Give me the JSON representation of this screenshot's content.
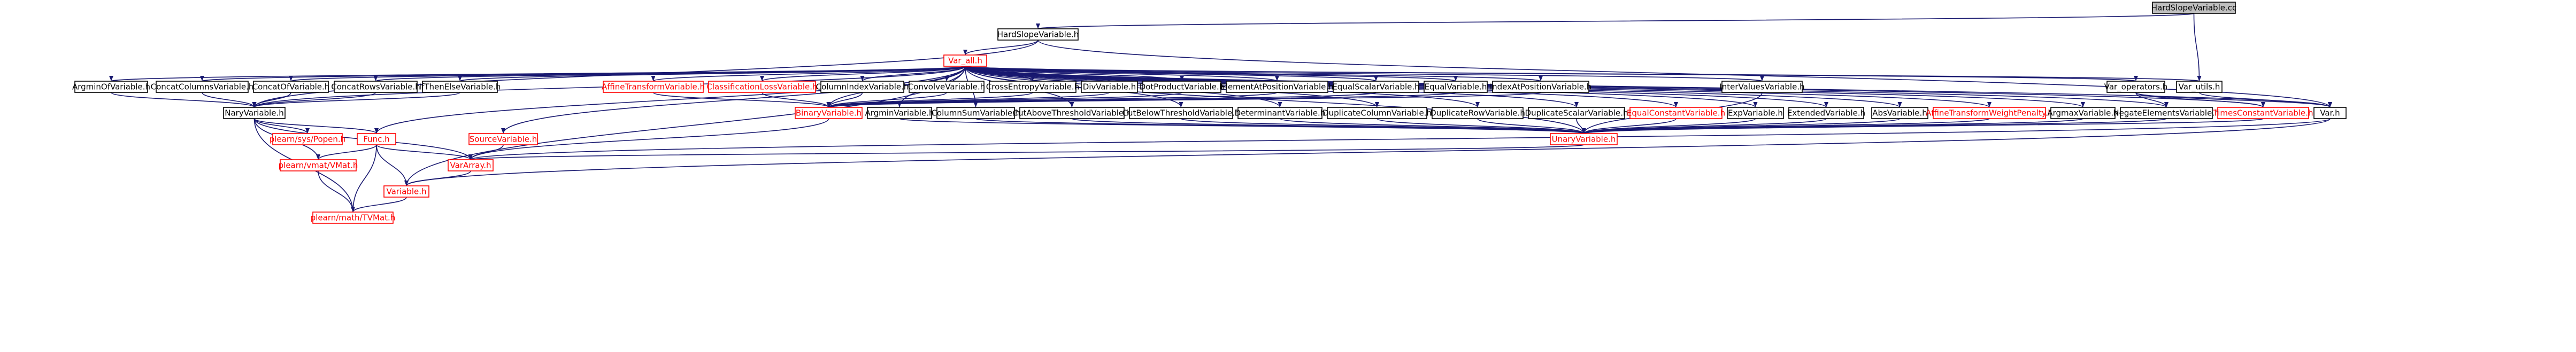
{
  "colors": {
    "edge": "#191970",
    "normal_border": "#000000",
    "normal_text": "#000000",
    "missing_border": "#ff0000",
    "missing_text": "#ff0000",
    "root_fill": "#bfbfbf",
    "node_fill": "#ffffff"
  },
  "nodes": {
    "n_root": {
      "label": "HardSlopeVariable.cc",
      "style": "root"
    },
    "n_hardslope": {
      "label": "HardSlopeVariable.h",
      "style": "normal"
    },
    "n_varall": {
      "label": "Var_all.h",
      "style": "missing"
    },
    "n_argminof": {
      "label": "ArgminOfVariable.h",
      "style": "normal"
    },
    "n_concatcols": {
      "label": "ConcatColumnsVariable.h",
      "style": "normal"
    },
    "n_concatof": {
      "label": "ConcatOfVariable.h",
      "style": "normal"
    },
    "n_concatrows": {
      "label": "ConcatRowsVariable.h",
      "style": "normal"
    },
    "n_ifthenelse": {
      "label": "IfThenElseVariable.h",
      "style": "normal"
    },
    "n_affine": {
      "label": "AffineTransformVariable.h",
      "style": "missing"
    },
    "n_classloss": {
      "label": "ClassificationLossVariable.h",
      "style": "missing"
    },
    "n_colindex": {
      "label": "ColumnIndexVariable.h",
      "style": "normal"
    },
    "n_convolve": {
      "label": "ConvolveVariable.h",
      "style": "normal"
    },
    "n_crossent": {
      "label": "CrossEntropyVariable.h",
      "style": "normal"
    },
    "n_div": {
      "label": "DivVariable.h",
      "style": "normal"
    },
    "n_dotprod": {
      "label": "DotProductVariable.h",
      "style": "normal"
    },
    "n_elemat": {
      "label": "ElementAtPositionVariable.h",
      "style": "normal"
    },
    "n_equalscalar": {
      "label": "EqualScalarVariable.h",
      "style": "normal"
    },
    "n_equal": {
      "label": "EqualVariable.h",
      "style": "normal"
    },
    "n_indexat": {
      "label": "IndexAtPositionVariable.h",
      "style": "normal"
    },
    "n_intervalues": {
      "label": "InterValuesVariable.h",
      "style": "normal"
    },
    "n_varops": {
      "label": "Var_operators.h",
      "style": "normal"
    },
    "n_varutils": {
      "label": "Var_utils.h",
      "style": "normal"
    },
    "n_var": {
      "label": "Var.h",
      "style": "normal"
    },
    "n_nary": {
      "label": "NaryVariable.h",
      "style": "normal"
    },
    "n_source": {
      "label": "SourceVariable.h",
      "style": "missing"
    },
    "n_binary": {
      "label": "BinaryVariable.h",
      "style": "missing"
    },
    "n_argmin": {
      "label": "ArgminVariable.h",
      "style": "normal"
    },
    "n_colsum": {
      "label": "ColumnSumVariable.h",
      "style": "normal"
    },
    "n_cutabove": {
      "label": "CutAboveThresholdVariable.h",
      "style": "normal"
    },
    "n_cutbelow": {
      "label": "CutBelowThresholdVariable.h",
      "style": "normal"
    },
    "n_determinant": {
      "label": "DeterminantVariable.h",
      "style": "normal"
    },
    "n_dupcol": {
      "label": "DuplicateColumnVariable.h",
      "style": "normal"
    },
    "n_duprow": {
      "label": "DuplicateRowVariable.h",
      "style": "normal"
    },
    "n_dupscalar": {
      "label": "DuplicateScalarVariable.h",
      "style": "normal"
    },
    "n_equalconst": {
      "label": "EqualConstantVariable.h",
      "style": "missing"
    },
    "n_exp": {
      "label": "ExpVariable.h",
      "style": "normal"
    },
    "n_extended": {
      "label": "ExtendedVariable.h",
      "style": "normal"
    },
    "n_abs": {
      "label": "AbsVariable.h",
      "style": "normal"
    },
    "n_affinepen": {
      "label": "AffineTransformWeightPenalty.h",
      "style": "missing"
    },
    "n_argmax": {
      "label": "ArgmaxVariable.h",
      "style": "normal"
    },
    "n_negate": {
      "label": "NegateElementsVariable.h",
      "style": "normal"
    },
    "n_timesconst": {
      "label": "TimesConstantVariable.h",
      "style": "missing"
    },
    "n_popen": {
      "label": "plearn/sys/Popen.h",
      "style": "missing"
    },
    "n_func": {
      "label": "Func.h",
      "style": "missing"
    },
    "n_vmat": {
      "label": "plearn/vmat/VMat.h",
      "style": "missing"
    },
    "n_vararray": {
      "label": "VarArray.h",
      "style": "missing"
    },
    "n_unary": {
      "label": "UnaryVariable.h",
      "style": "missing"
    },
    "n_variable": {
      "label": "Variable.h",
      "style": "missing"
    },
    "n_tvmat": {
      "label": "plearn/math/TVMat.h",
      "style": "missing"
    }
  },
  "edges": [
    [
      "n_root",
      "n_hardslope"
    ],
    [
      "n_root",
      "n_varutils"
    ],
    [
      "n_hardslope",
      "n_varall"
    ],
    [
      "n_hardslope",
      "n_nary"
    ],
    [
      "n_hardslope",
      "n_var"
    ],
    [
      "n_varall",
      "n_argminof"
    ],
    [
      "n_varall",
      "n_concatcols"
    ],
    [
      "n_varall",
      "n_concatof"
    ],
    [
      "n_varall",
      "n_concatrows"
    ],
    [
      "n_varall",
      "n_ifthenelse"
    ],
    [
      "n_varall",
      "n_affine"
    ],
    [
      "n_varall",
      "n_classloss"
    ],
    [
      "n_varall",
      "n_colindex"
    ],
    [
      "n_varall",
      "n_convolve"
    ],
    [
      "n_varall",
      "n_crossent"
    ],
    [
      "n_varall",
      "n_div"
    ],
    [
      "n_varall",
      "n_dotprod"
    ],
    [
      "n_varall",
      "n_elemat"
    ],
    [
      "n_varall",
      "n_equalscalar"
    ],
    [
      "n_varall",
      "n_equal"
    ],
    [
      "n_varall",
      "n_indexat"
    ],
    [
      "n_varall",
      "n_intervalues"
    ],
    [
      "n_varall",
      "n_varops"
    ],
    [
      "n_varall",
      "n_varutils"
    ],
    [
      "n_varall",
      "n_var"
    ],
    [
      "n_varall",
      "n_source"
    ],
    [
      "n_varall",
      "n_binary"
    ],
    [
      "n_varall",
      "n_argmin"
    ],
    [
      "n_varall",
      "n_colsum"
    ],
    [
      "n_varall",
      "n_cutabove"
    ],
    [
      "n_varall",
      "n_cutbelow"
    ],
    [
      "n_varall",
      "n_determinant"
    ],
    [
      "n_varall",
      "n_dupcol"
    ],
    [
      "n_varall",
      "n_duprow"
    ],
    [
      "n_varall",
      "n_dupscalar"
    ],
    [
      "n_varall",
      "n_equalconst"
    ],
    [
      "n_varall",
      "n_exp"
    ],
    [
      "n_varall",
      "n_extended"
    ],
    [
      "n_varall",
      "n_abs"
    ],
    [
      "n_varall",
      "n_affinepen"
    ],
    [
      "n_varall",
      "n_argmax"
    ],
    [
      "n_varall",
      "n_negate"
    ],
    [
      "n_varall",
      "n_timesconst"
    ],
    [
      "n_varall",
      "n_unary"
    ],
    [
      "n_varall",
      "n_func"
    ],
    [
      "n_varall",
      "n_nary"
    ],
    [
      "n_varall",
      "n_variable"
    ],
    [
      "n_argminof",
      "n_nary"
    ],
    [
      "n_concatcols",
      "n_nary"
    ],
    [
      "n_concatof",
      "n_nary"
    ],
    [
      "n_concatrows",
      "n_nary"
    ],
    [
      "n_ifthenelse",
      "n_nary"
    ],
    [
      "n_affine",
      "n_binary"
    ],
    [
      "n_classloss",
      "n_binary"
    ],
    [
      "n_colindex",
      "n_binary"
    ],
    [
      "n_convolve",
      "n_binary"
    ],
    [
      "n_crossent",
      "n_binary"
    ],
    [
      "n_div",
      "n_binary"
    ],
    [
      "n_dotprod",
      "n_binary"
    ],
    [
      "n_elemat",
      "n_binary"
    ],
    [
      "n_equalscalar",
      "n_binary"
    ],
    [
      "n_equal",
      "n_binary"
    ],
    [
      "n_indexat",
      "n_binary"
    ],
    [
      "n_intervalues",
      "n_unary"
    ],
    [
      "n_varops",
      "n_timesconst"
    ],
    [
      "n_varops",
      "n_var"
    ],
    [
      "n_varops",
      "n_negate"
    ],
    [
      "n_varutils",
      "n_var"
    ],
    [
      "n_var",
      "n_vararray"
    ],
    [
      "n_var",
      "n_variable"
    ],
    [
      "n_timesconst",
      "n_unary"
    ],
    [
      "n_nary",
      "n_popen"
    ],
    [
      "n_nary",
      "n_func"
    ],
    [
      "n_nary",
      "n_vmat"
    ],
    [
      "n_nary",
      "n_vararray"
    ],
    [
      "n_nary",
      "n_tvmat"
    ],
    [
      "n_source",
      "n_vararray"
    ],
    [
      "n_binary",
      "n_vararray"
    ],
    [
      "n_argmin",
      "n_unary"
    ],
    [
      "n_colsum",
      "n_unary"
    ],
    [
      "n_cutabove",
      "n_unary"
    ],
    [
      "n_cutbelow",
      "n_unary"
    ],
    [
      "n_determinant",
      "n_unary"
    ],
    [
      "n_dupcol",
      "n_unary"
    ],
    [
      "n_duprow",
      "n_unary"
    ],
    [
      "n_dupscalar",
      "n_unary"
    ],
    [
      "n_equalconst",
      "n_unary"
    ],
    [
      "n_exp",
      "n_unary"
    ],
    [
      "n_extended",
      "n_unary"
    ],
    [
      "n_abs",
      "n_unary"
    ],
    [
      "n_affinepen",
      "n_unary"
    ],
    [
      "n_argmax",
      "n_unary"
    ],
    [
      "n_negate",
      "n_unary"
    ],
    [
      "n_unary",
      "n_vararray"
    ],
    [
      "n_func",
      "n_vmat"
    ],
    [
      "n_func",
      "n_vararray"
    ],
    [
      "n_func",
      "n_variable"
    ],
    [
      "n_func",
      "n_tvmat"
    ],
    [
      "n_vmat",
      "n_tvmat"
    ],
    [
      "n_vararray",
      "n_variable"
    ],
    [
      "n_variable",
      "n_tvmat"
    ]
  ]
}
